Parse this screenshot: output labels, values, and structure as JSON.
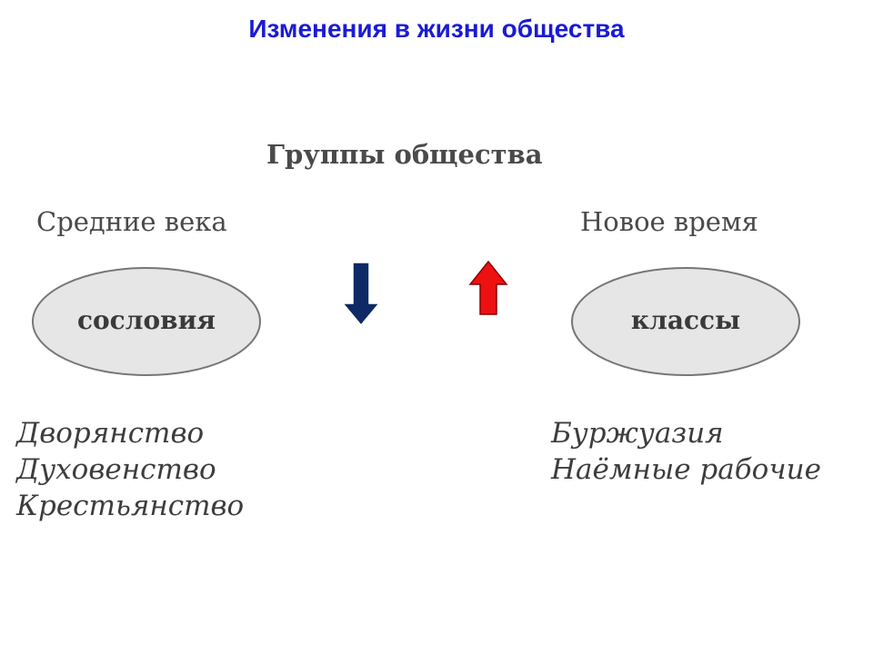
{
  "slide": {
    "title": "Изменения в жизни общества"
  },
  "diagram": {
    "heading": "Группы общества",
    "left": {
      "era": "Средние века",
      "oval_label": "сословия",
      "items": [
        "Дворянство",
        "Духовенство",
        "Крестьянство"
      ]
    },
    "right": {
      "era": "Новое время",
      "oval_label": "классы",
      "items": [
        "Буржуазия",
        "Наёмные рабочие"
      ]
    },
    "arrows": {
      "down_arrow_color": "#0d2a66",
      "up_arrow_color": "#ee1111"
    },
    "colors": {
      "oval_fill": "#e6e6e6",
      "oval_stroke": "#777777",
      "title_color": "#1a1ad6"
    }
  }
}
